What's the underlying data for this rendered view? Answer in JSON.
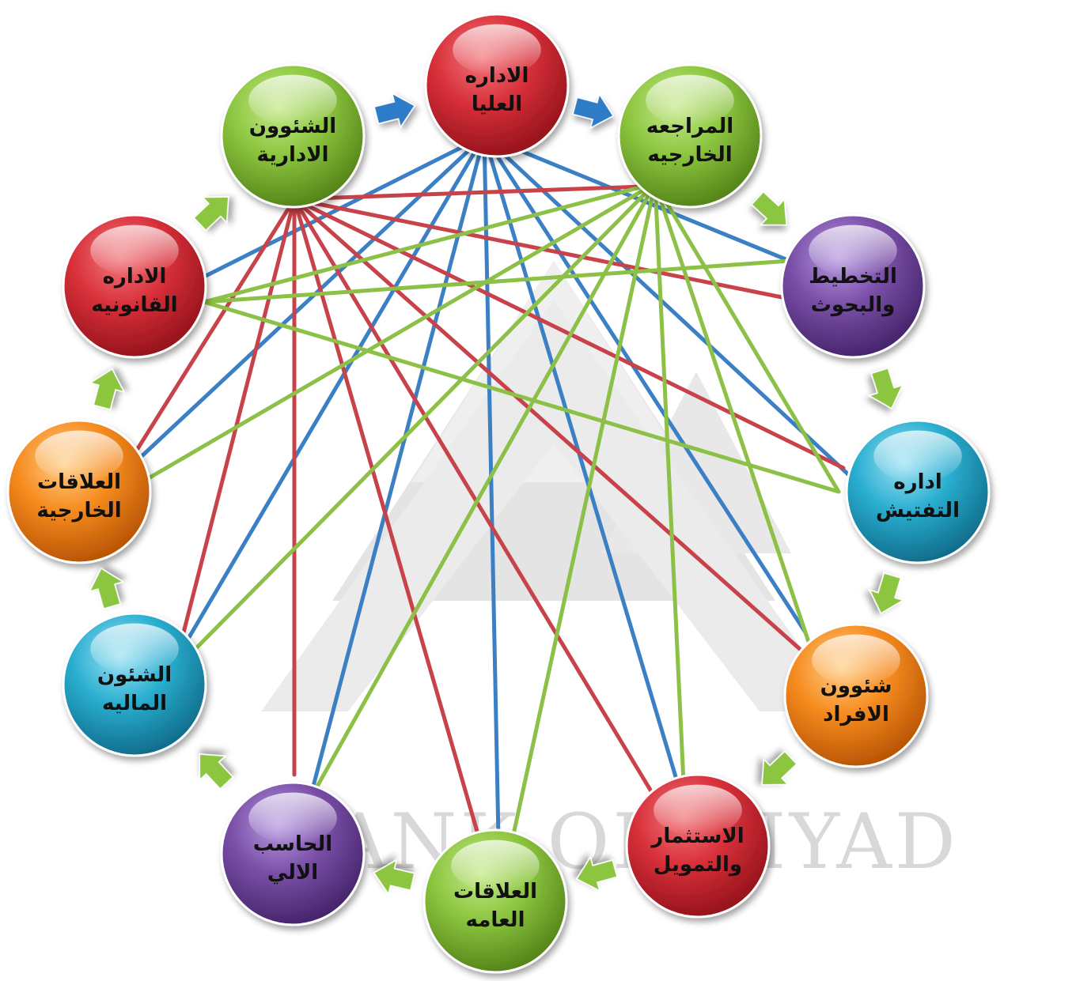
{
  "watermark": {
    "text": "ANK OF RIYAD"
  },
  "nodes": [
    {
      "id": "top",
      "lines": [
        "الاداره",
        "العليا"
      ],
      "color": "red"
    },
    {
      "id": "audit",
      "lines": [
        "المراجعه",
        "الخارجيه"
      ],
      "color": "green"
    },
    {
      "id": "planning",
      "lines": [
        "التخطيط",
        "والبحوث"
      ],
      "color": "purple"
    },
    {
      "id": "inspect",
      "lines": [
        "اداره",
        "التفتيش"
      ],
      "color": "cyan"
    },
    {
      "id": "personnel",
      "lines": [
        "شئوون",
        "الافراد"
      ],
      "color": "orange"
    },
    {
      "id": "invest",
      "lines": [
        "الاستثمار",
        "والتمويل"
      ],
      "color": "red"
    },
    {
      "id": "public",
      "lines": [
        "العلاقات",
        "العامه"
      ],
      "color": "green"
    },
    {
      "id": "computer",
      "lines": [
        "الحاسب",
        "الالي"
      ],
      "color": "purple"
    },
    {
      "id": "finance",
      "lines": [
        "الشئون",
        "الماليه"
      ],
      "color": "cyan"
    },
    {
      "id": "foreign",
      "lines": [
        "العلاقات",
        "الخارجية"
      ],
      "color": "orange"
    },
    {
      "id": "legal",
      "lines": [
        "الاداره",
        "القانونيه"
      ],
      "color": "red"
    },
    {
      "id": "admin",
      "lines": [
        "الشئوون",
        "الادارية"
      ],
      "color": "green"
    }
  ],
  "colors": {
    "red": "#d8303a",
    "green": "#8cc63f",
    "purple": "#7a4fa8",
    "cyan": "#2aaed0",
    "orange": "#f68b1f",
    "link_blue": "#3b7fc4",
    "link_red": "#c8424a",
    "link_green": "#8cc046",
    "arrow_blue": "#2f7bc8",
    "arrow_green": "#8cc63f"
  },
  "links": {
    "blue": {
      "source": "top",
      "targets": [
        "legal",
        "planning",
        "foreign",
        "finance",
        "computer",
        "public",
        "invest",
        "personnel",
        "inspect"
      ]
    },
    "red": {
      "source": "admin",
      "targets": [
        "audit",
        "planning",
        "inspect",
        "personnel",
        "invest",
        "public",
        "computer",
        "finance",
        "foreign"
      ]
    },
    "green": {
      "source": "audit",
      "targets": [
        "legal",
        "foreign",
        "finance",
        "computer",
        "public",
        "invest",
        "personnel",
        "inspect"
      ]
    },
    "green_extra": [
      [
        "legal",
        "planning"
      ],
      [
        "legal",
        "inspect"
      ]
    ]
  },
  "flow_arrows": [
    {
      "from": "admin",
      "to": "top",
      "color": "blue"
    },
    {
      "from": "top",
      "to": "audit",
      "color": "blue"
    },
    {
      "from": "audit",
      "to": "planning",
      "color": "green"
    },
    {
      "from": "planning",
      "to": "inspect",
      "color": "green"
    },
    {
      "from": "inspect",
      "to": "personnel",
      "color": "green"
    },
    {
      "from": "personnel",
      "to": "invest",
      "color": "green"
    },
    {
      "from": "invest",
      "to": "public",
      "color": "green"
    },
    {
      "from": "public",
      "to": "computer",
      "color": "green"
    },
    {
      "from": "computer",
      "to": "finance",
      "color": "green"
    },
    {
      "from": "finance",
      "to": "foreign",
      "color": "green"
    },
    {
      "from": "foreign",
      "to": "legal",
      "color": "green"
    },
    {
      "from": "legal",
      "to": "admin",
      "color": "green"
    }
  ]
}
